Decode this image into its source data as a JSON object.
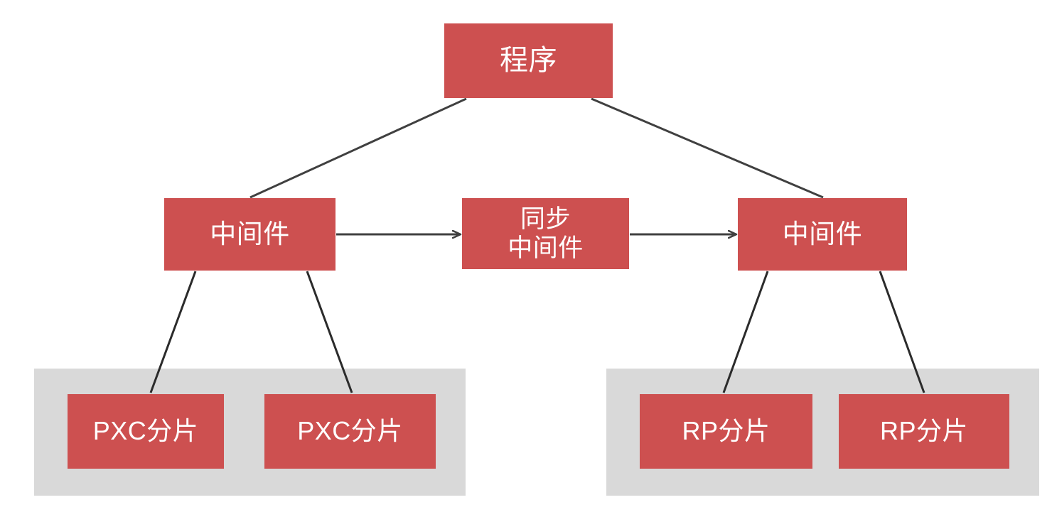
{
  "diagram": {
    "title": "程序",
    "accent_color": "#cd5050",
    "group_color": "#d9d9d9",
    "connector_color": "#404040",
    "text_color": "#ffffff",
    "nodes": {
      "app": {
        "label": "程序"
      },
      "middleware_left": {
        "label": "中间件"
      },
      "sync_middleware": {
        "label": "同步\n中间件"
      },
      "middleware_right": {
        "label": "中间件"
      },
      "pxc_shard_1": {
        "label": "PXC分片"
      },
      "pxc_shard_2": {
        "label": "PXC分片"
      },
      "rp_shard_1": {
        "label": "RP分片"
      },
      "rp_shard_2": {
        "label": "RP分片"
      }
    },
    "groups": {
      "pxc_cluster": {
        "label": ""
      },
      "rp_cluster": {
        "label": ""
      }
    },
    "edges": [
      {
        "from": "app",
        "to": "middleware_left",
        "kind": "line"
      },
      {
        "from": "app",
        "to": "middleware_right",
        "kind": "line"
      },
      {
        "from": "middleware_left",
        "to": "sync_middleware",
        "kind": "arrow"
      },
      {
        "from": "sync_middleware",
        "to": "middleware_right",
        "kind": "arrow"
      },
      {
        "from": "middleware_left",
        "to": "pxc_shard_1",
        "kind": "line"
      },
      {
        "from": "middleware_left",
        "to": "pxc_shard_2",
        "kind": "line"
      },
      {
        "from": "middleware_right",
        "to": "rp_shard_1",
        "kind": "line"
      },
      {
        "from": "middleware_right",
        "to": "rp_shard_2",
        "kind": "line"
      }
    ]
  }
}
